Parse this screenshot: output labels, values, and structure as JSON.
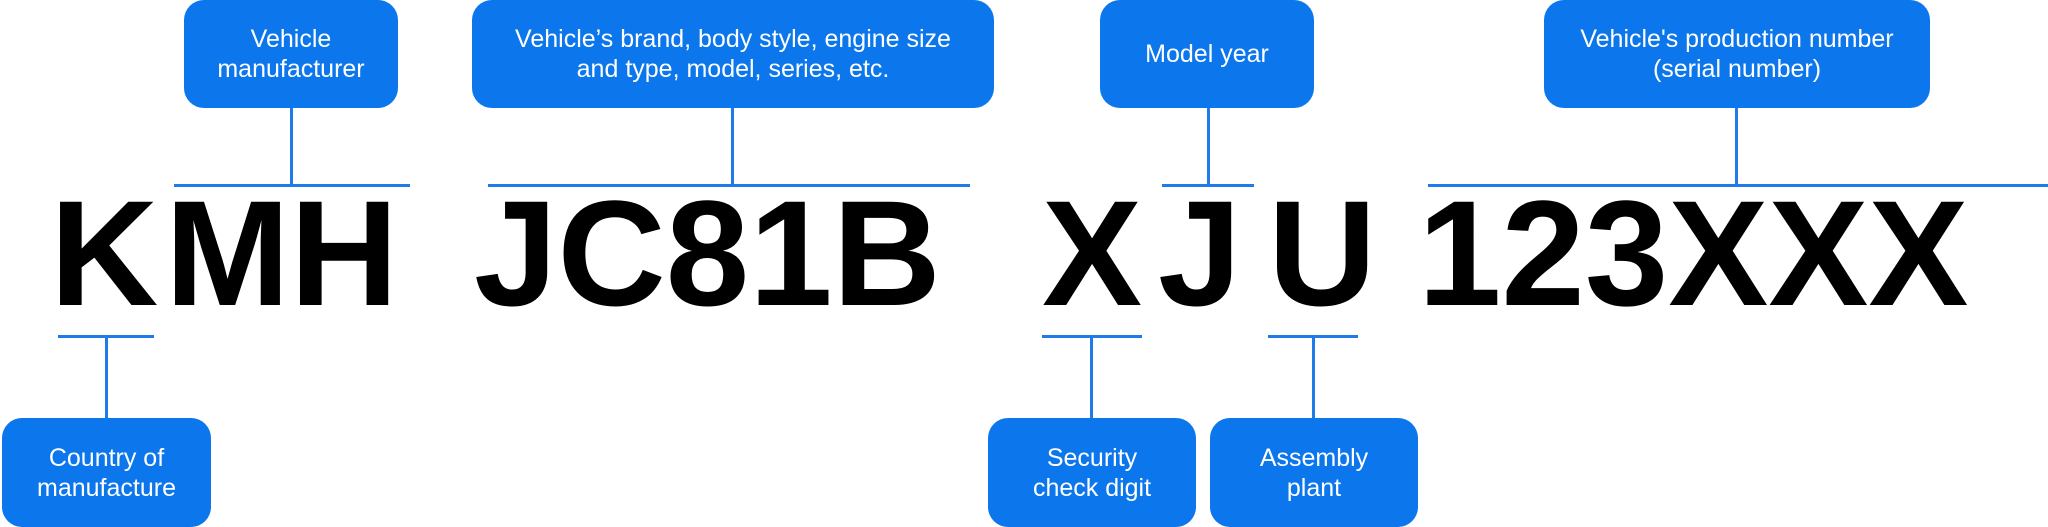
{
  "vin": {
    "wmi_country": "K",
    "wmi_manufacturer": "MH",
    "vds": "JC81B",
    "check_digit": "X",
    "model_year": "J",
    "plant": "U",
    "serial": "123XXX"
  },
  "labels": {
    "manufacturer": "Vehicle\nmanufacturer",
    "vds": "Vehicle’s brand, body style, engine size\nand type, model, series, etc.",
    "model_year": "Model year",
    "serial": "Vehicle's production number\n(serial number)",
    "country": "Country of\nmanufacture",
    "check_digit": "Security\ncheck digit",
    "plant": "Assembly\nplant"
  },
  "colors": {
    "label_background": "#0c76ec",
    "label_text": "#ffffff",
    "connector_line": "#1f7bea",
    "vin_text": "#000000"
  }
}
